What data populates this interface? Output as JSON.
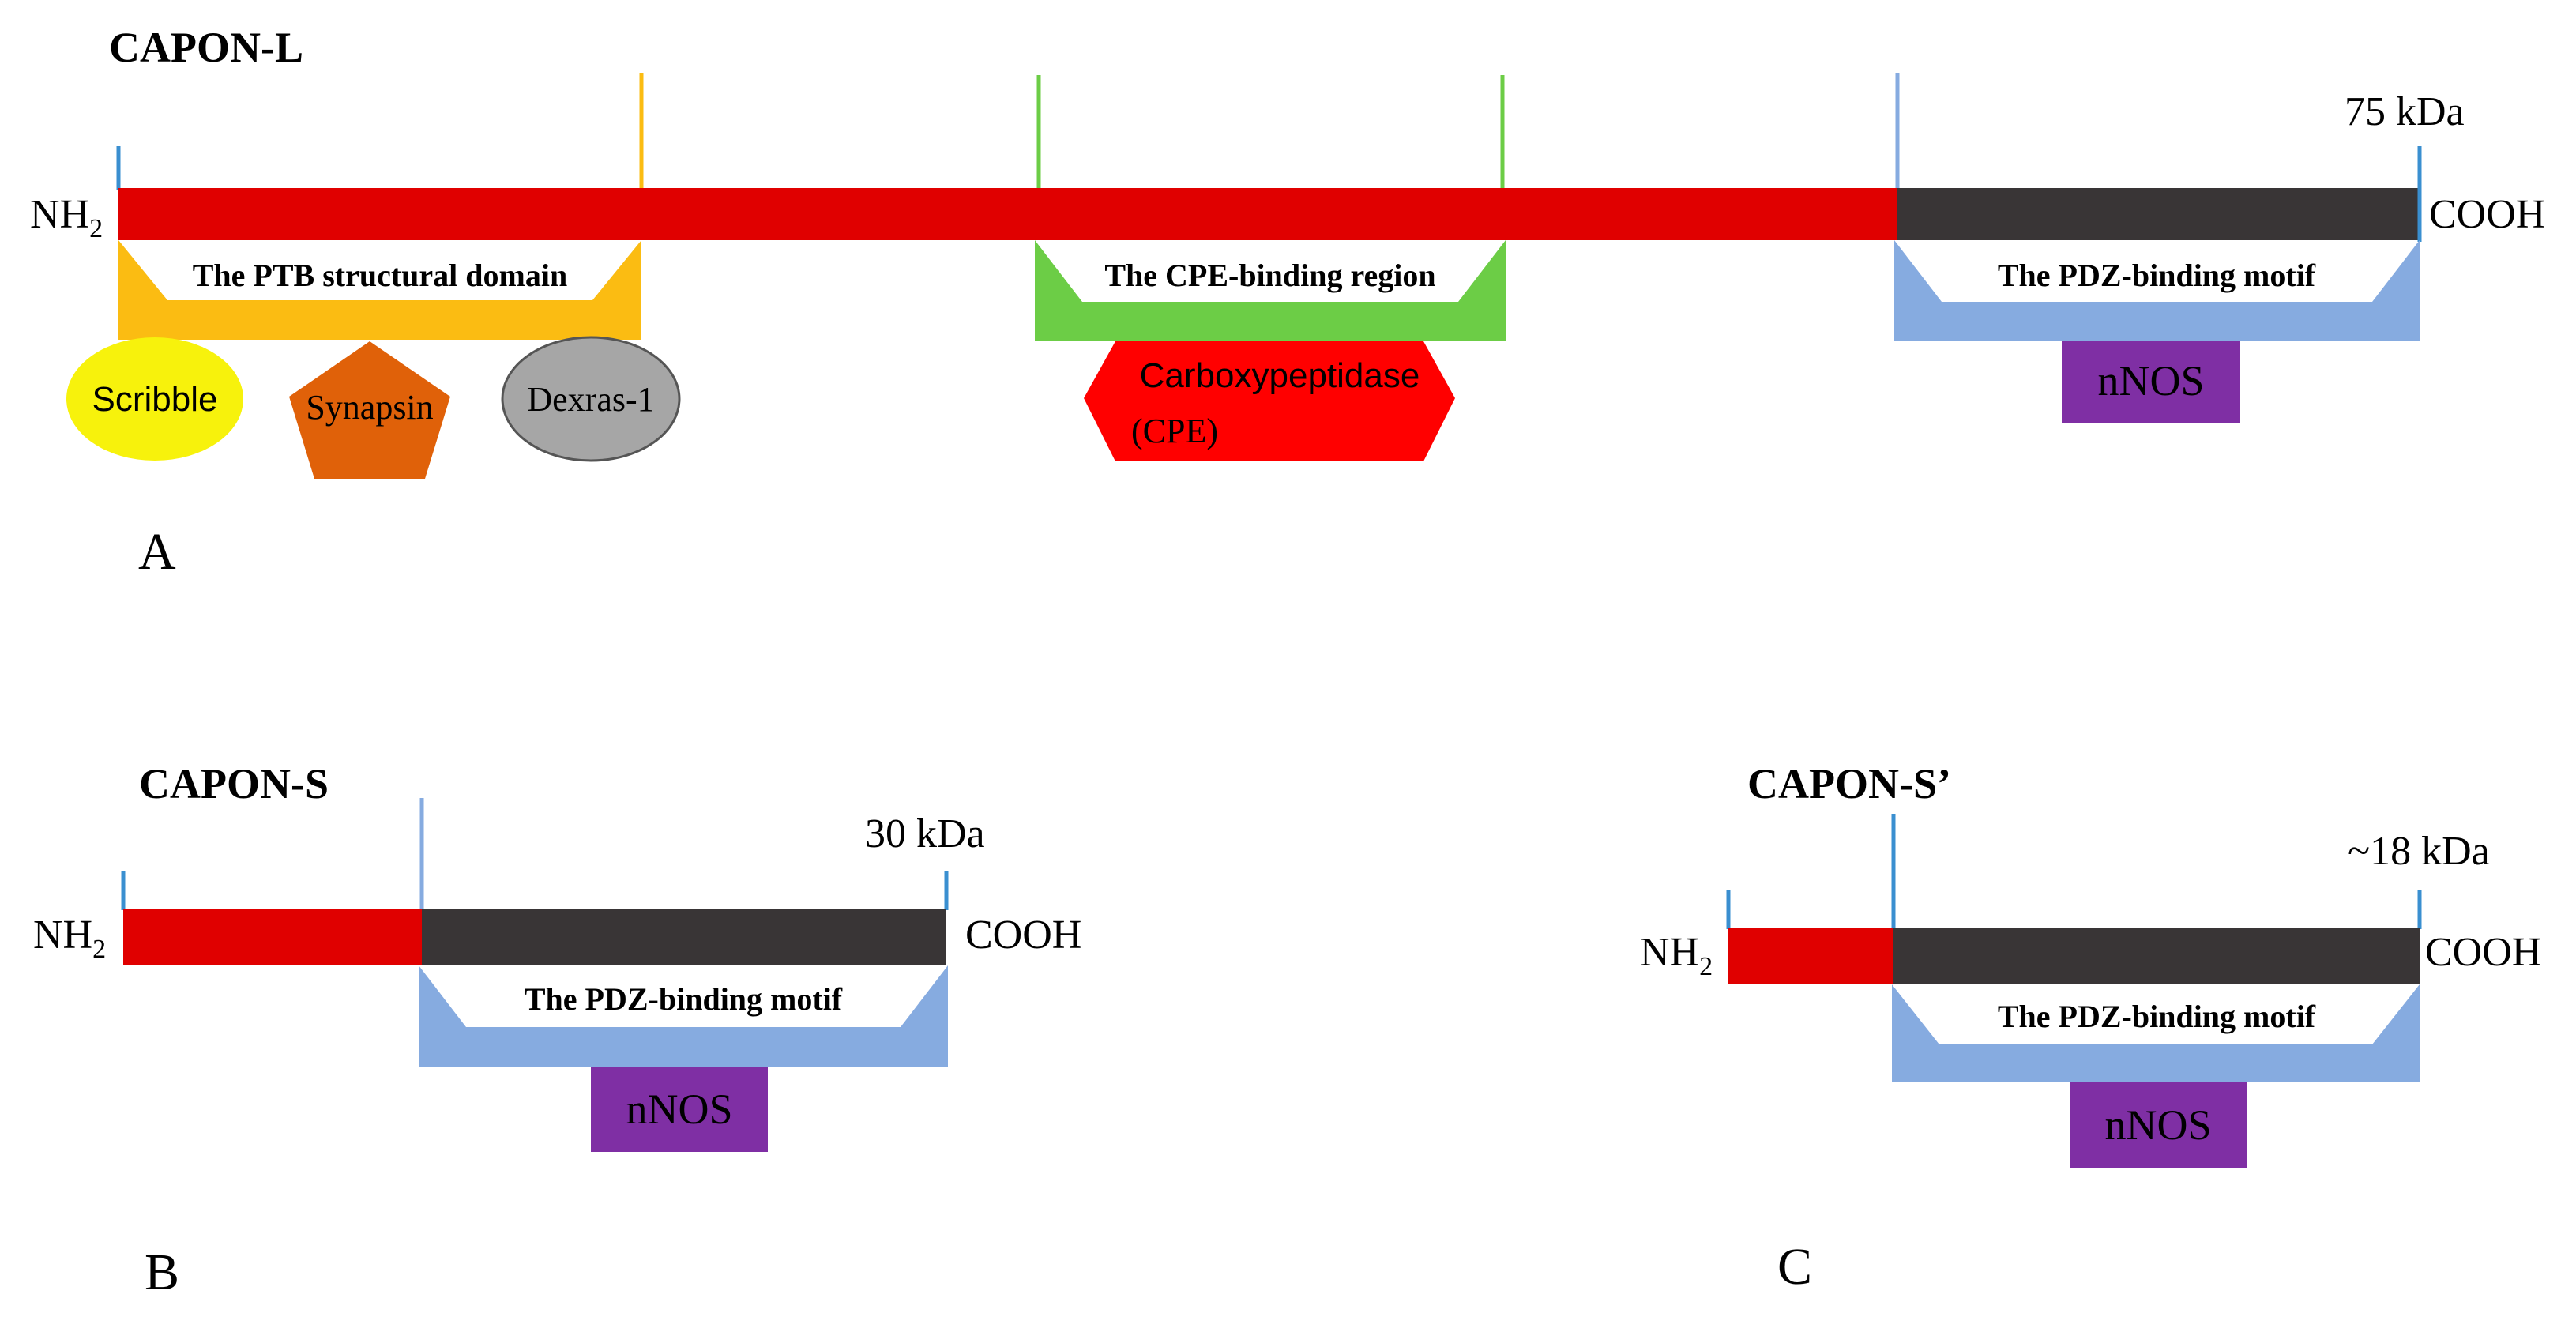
{
  "panels": {
    "a": {
      "title": "CAPON-L",
      "letter": "A",
      "weight": "75 kDa",
      "nterm_prefix": "NH",
      "nterm_sub": "2",
      "cterm": "COOH",
      "domains": {
        "ptb": "The PTB structural domain",
        "cpe": "The CPE-binding region",
        "pdz": "The PDZ-binding motif"
      },
      "partners": {
        "scribble": "Scribble",
        "synapsin": "Synapsin",
        "dexras": "Dexras-1",
        "cpe_line1": "Carboxypeptidase",
        "cpe_line2": "(CPE)",
        "nnos": "nNOS"
      }
    },
    "b": {
      "title": "CAPON-S",
      "letter": "B",
      "weight": "30 kDa",
      "nterm_prefix": "NH",
      "nterm_sub": "2",
      "cterm": "COOH",
      "pdz": "The PDZ-binding motif",
      "nnos": "nNOS"
    },
    "c": {
      "title": "CAPON-S’",
      "letter": "C",
      "weight": "~18 kDa",
      "nterm_prefix": "NH",
      "nterm_sub": "2",
      "cterm": "COOH",
      "pdz": "The PDZ-binding motif",
      "nnos": "nNOS"
    }
  },
  "colors": {
    "protein_red": "#e00000",
    "pdz_dark": "#393536",
    "ptb_orange": "#fbbc12",
    "cpe_green": "#6ccd46",
    "pdz_blue": "#86abe0",
    "nnos_purple": "#7f2fa4",
    "scribble_yellow": "#f7f20c",
    "synapsin_orange": "#e06109",
    "dexras_gray": "#a6a6a6",
    "cpe_red": "#ff0000",
    "tick_blue": "#3a8fd0"
  }
}
